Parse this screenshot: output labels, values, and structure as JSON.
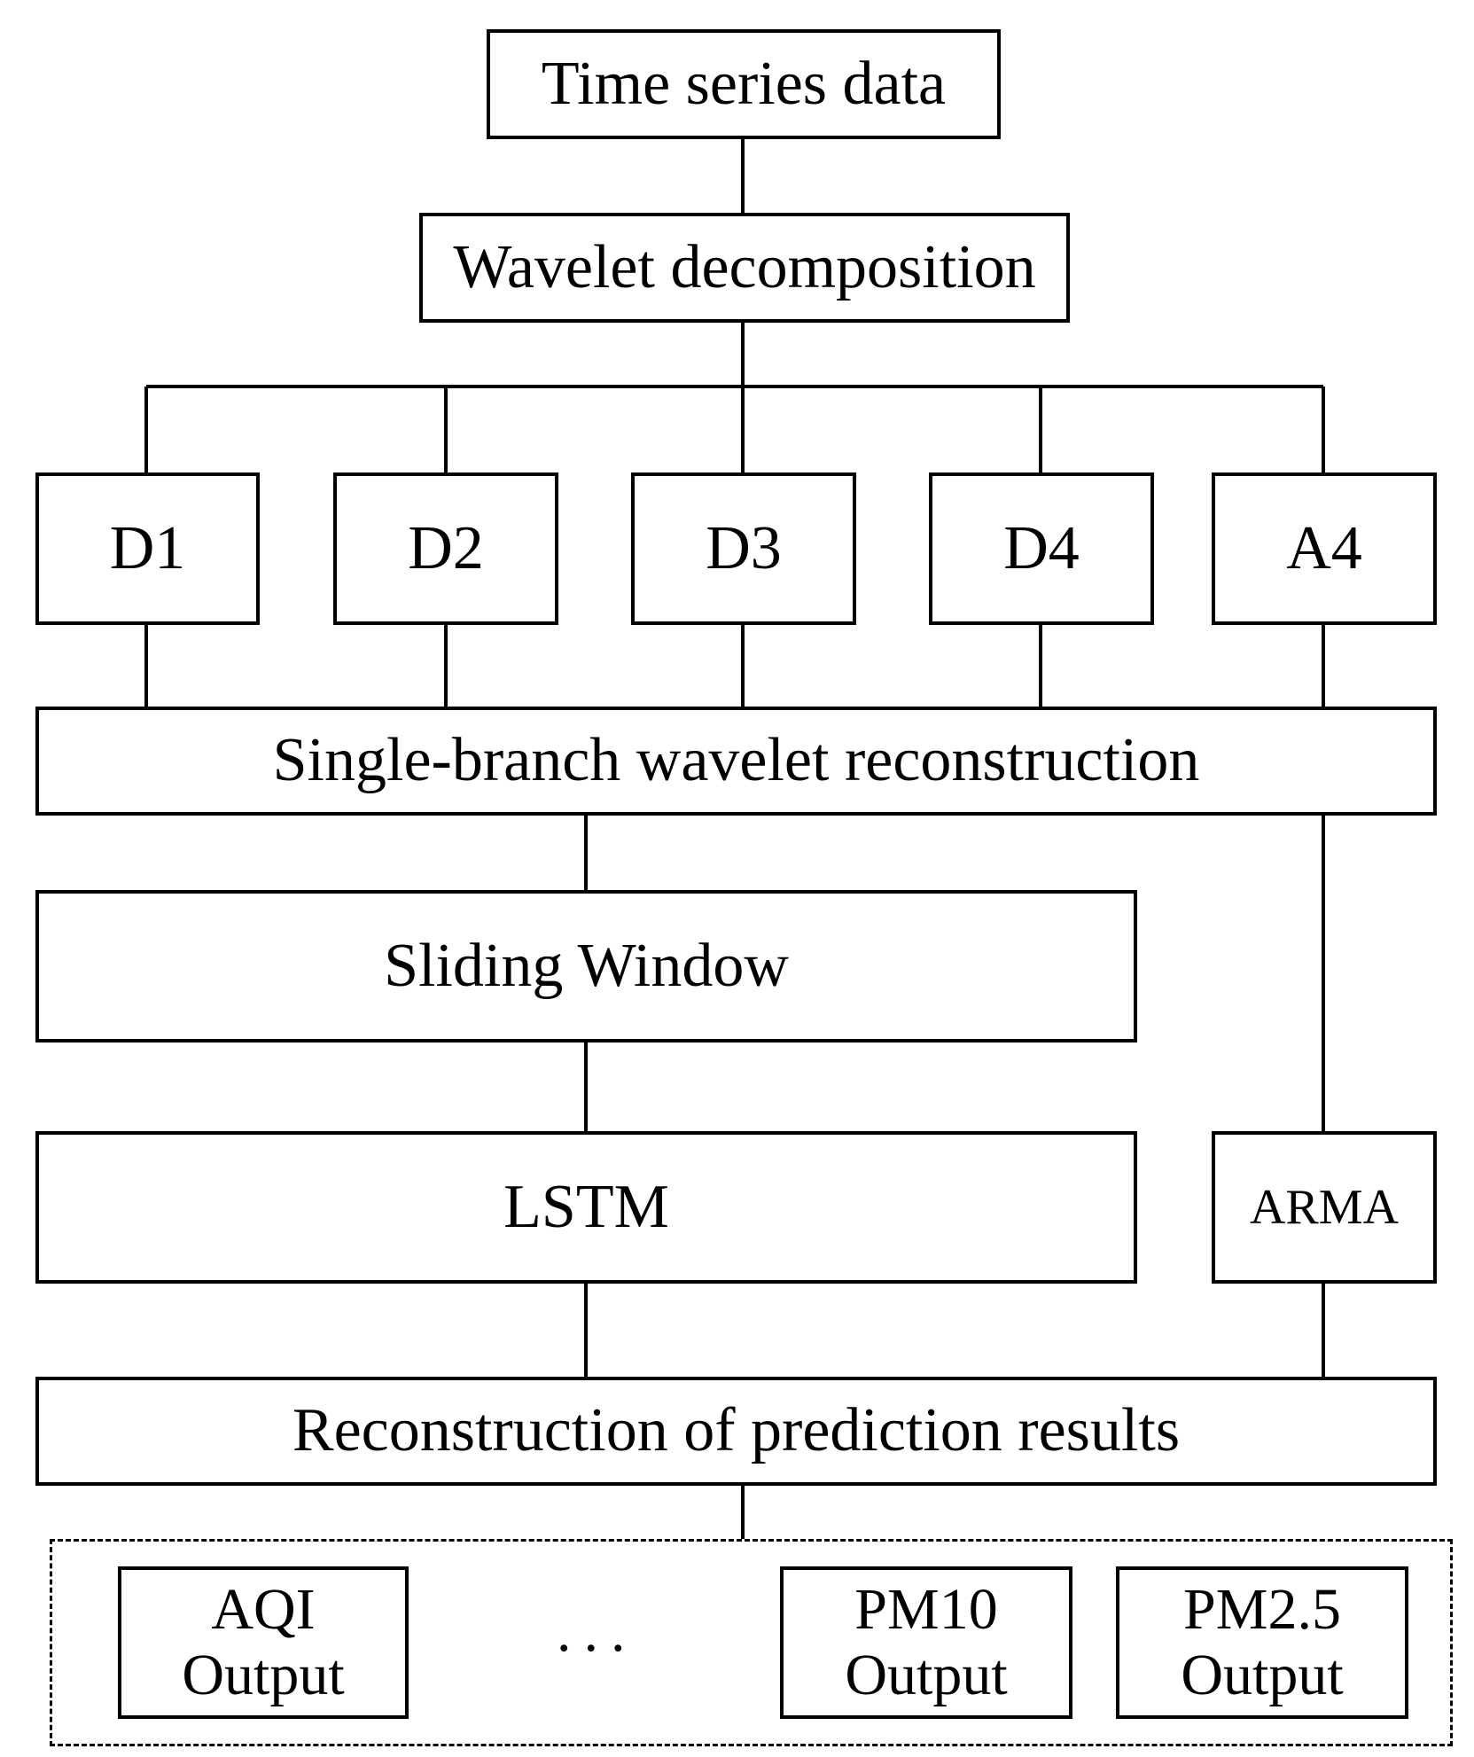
{
  "nodes": {
    "time_series": "Time series data",
    "wavelet_decomposition": "Wavelet decomposition",
    "d1": "D1",
    "d2": "D2",
    "d3": "D3",
    "d4": "D4",
    "a4": "A4",
    "single_branch": "Single-branch wavelet reconstruction",
    "sliding_window": "Sliding Window",
    "lstm": "LSTM",
    "arma": "ARMA",
    "reconstruction": "Reconstruction of prediction results"
  },
  "outputs": {
    "aqi": "AQI\nOutput",
    "ellipsis": "...",
    "pm10": "PM10\nOutput",
    "pm25": "PM2.5\nOutput"
  }
}
